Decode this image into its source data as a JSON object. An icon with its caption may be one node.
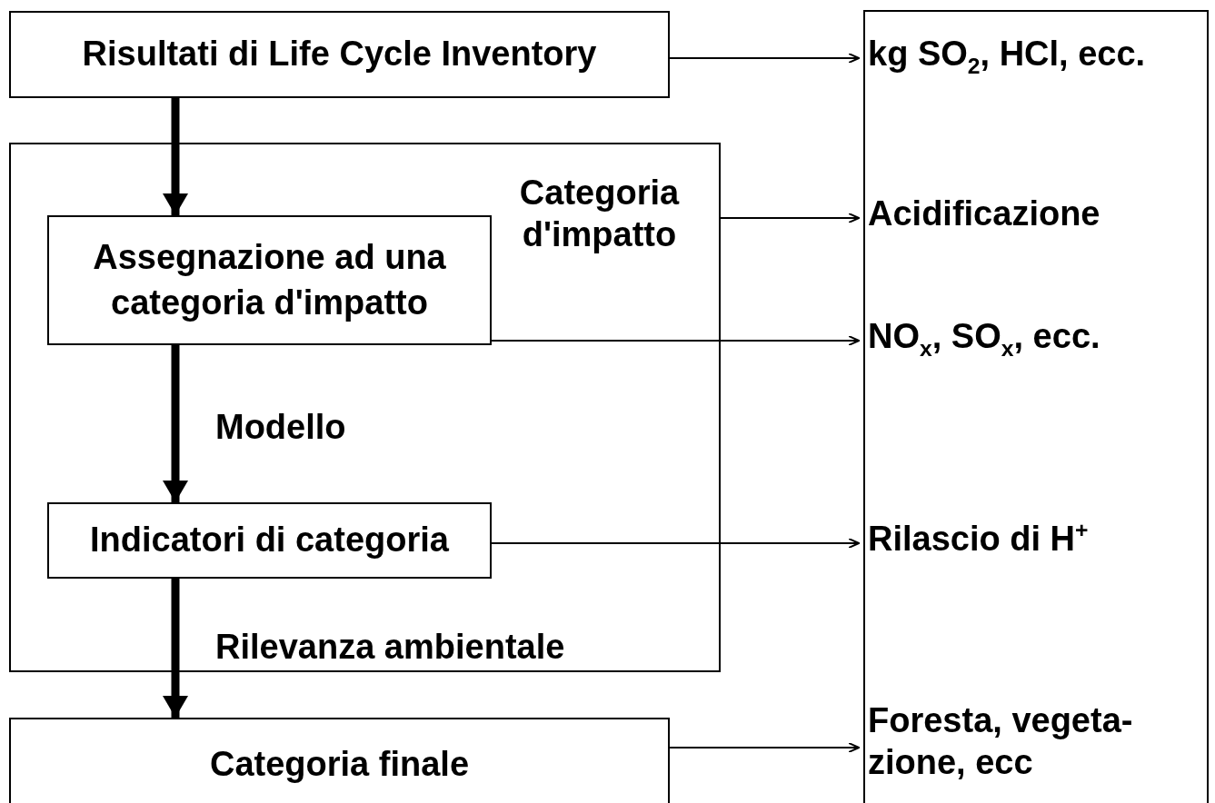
{
  "diagram": {
    "nodes": [
      {
        "text": [
          "Risultati di Life Cycle Inventory"
        ]
      },
      {
        "text": [
          "Categoria d'impatto"
        ]
      },
      {
        "text": [
          "Assegnazione ad una categoria d'impatto"
        ],
        "in": 1
      },
      {
        "text": [
          "Indicatori di categoria"
        ],
        "in": 1
      },
      {
        "text": [
          "Categoria finale"
        ]
      },
      {
        "text": [],
        "shape": "box"
      },
      {
        "text": [
          "kg SO$_{2}$, HCl, ecc."
        ],
        "in": 5
      },
      {
        "text": [
          "Acidificazione"
        ],
        "in": 5
      },
      {
        "text": [
          "NO$_{x}$, SO$_{x}$, ecc."
        ],
        "in": 5
      },
      {
        "text": [
          "Rilascio di H$^{+}$"
        ],
        "in": 5
      },
      {
        "text": [
          "Foresta, vegeta- zione, ecc"
        ],
        "in": 5
      }
    ],
    "edges": [
      {
        "from": 0,
        "to": 2,
        "arrow": "to",
        "style": "thick"
      },
      {
        "from": 2,
        "to": 3,
        "arrow": "to",
        "style": "thick",
        "label": "Modello"
      },
      {
        "from": 3,
        "to": 4,
        "arrow": "to",
        "style": "thick",
        "label": "Rilevanza ambientale"
      },
      {
        "from": 0,
        "to": 6,
        "arrow": "to"
      },
      {
        "from": 1,
        "to": 7,
        "arrow": "to"
      },
      {
        "from": 2,
        "to": 8,
        "arrow": "to"
      },
      {
        "from": 3,
        "to": 9,
        "arrow": "to"
      },
      {
        "from": 4,
        "to": 10,
        "arrow": "to"
      }
    ]
  }
}
